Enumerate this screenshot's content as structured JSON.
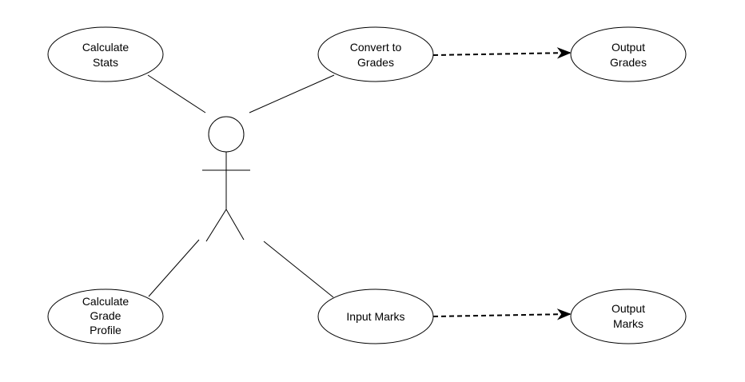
{
  "colors": {
    "stroke": "#000000",
    "fill": "#ffffff",
    "text": "#000000"
  },
  "use_cases": {
    "calculate_stats": [
      "Calculate",
      "Stats"
    ],
    "convert_to_grades": [
      "Convert to",
      "Grades"
    ],
    "output_grades": [
      "Output",
      "Grades"
    ],
    "calculate_grade_profile": [
      "Calculate",
      "Grade",
      "Profile"
    ],
    "input_marks": [
      "Input Marks"
    ],
    "output_marks": [
      "Output",
      "Marks"
    ]
  }
}
